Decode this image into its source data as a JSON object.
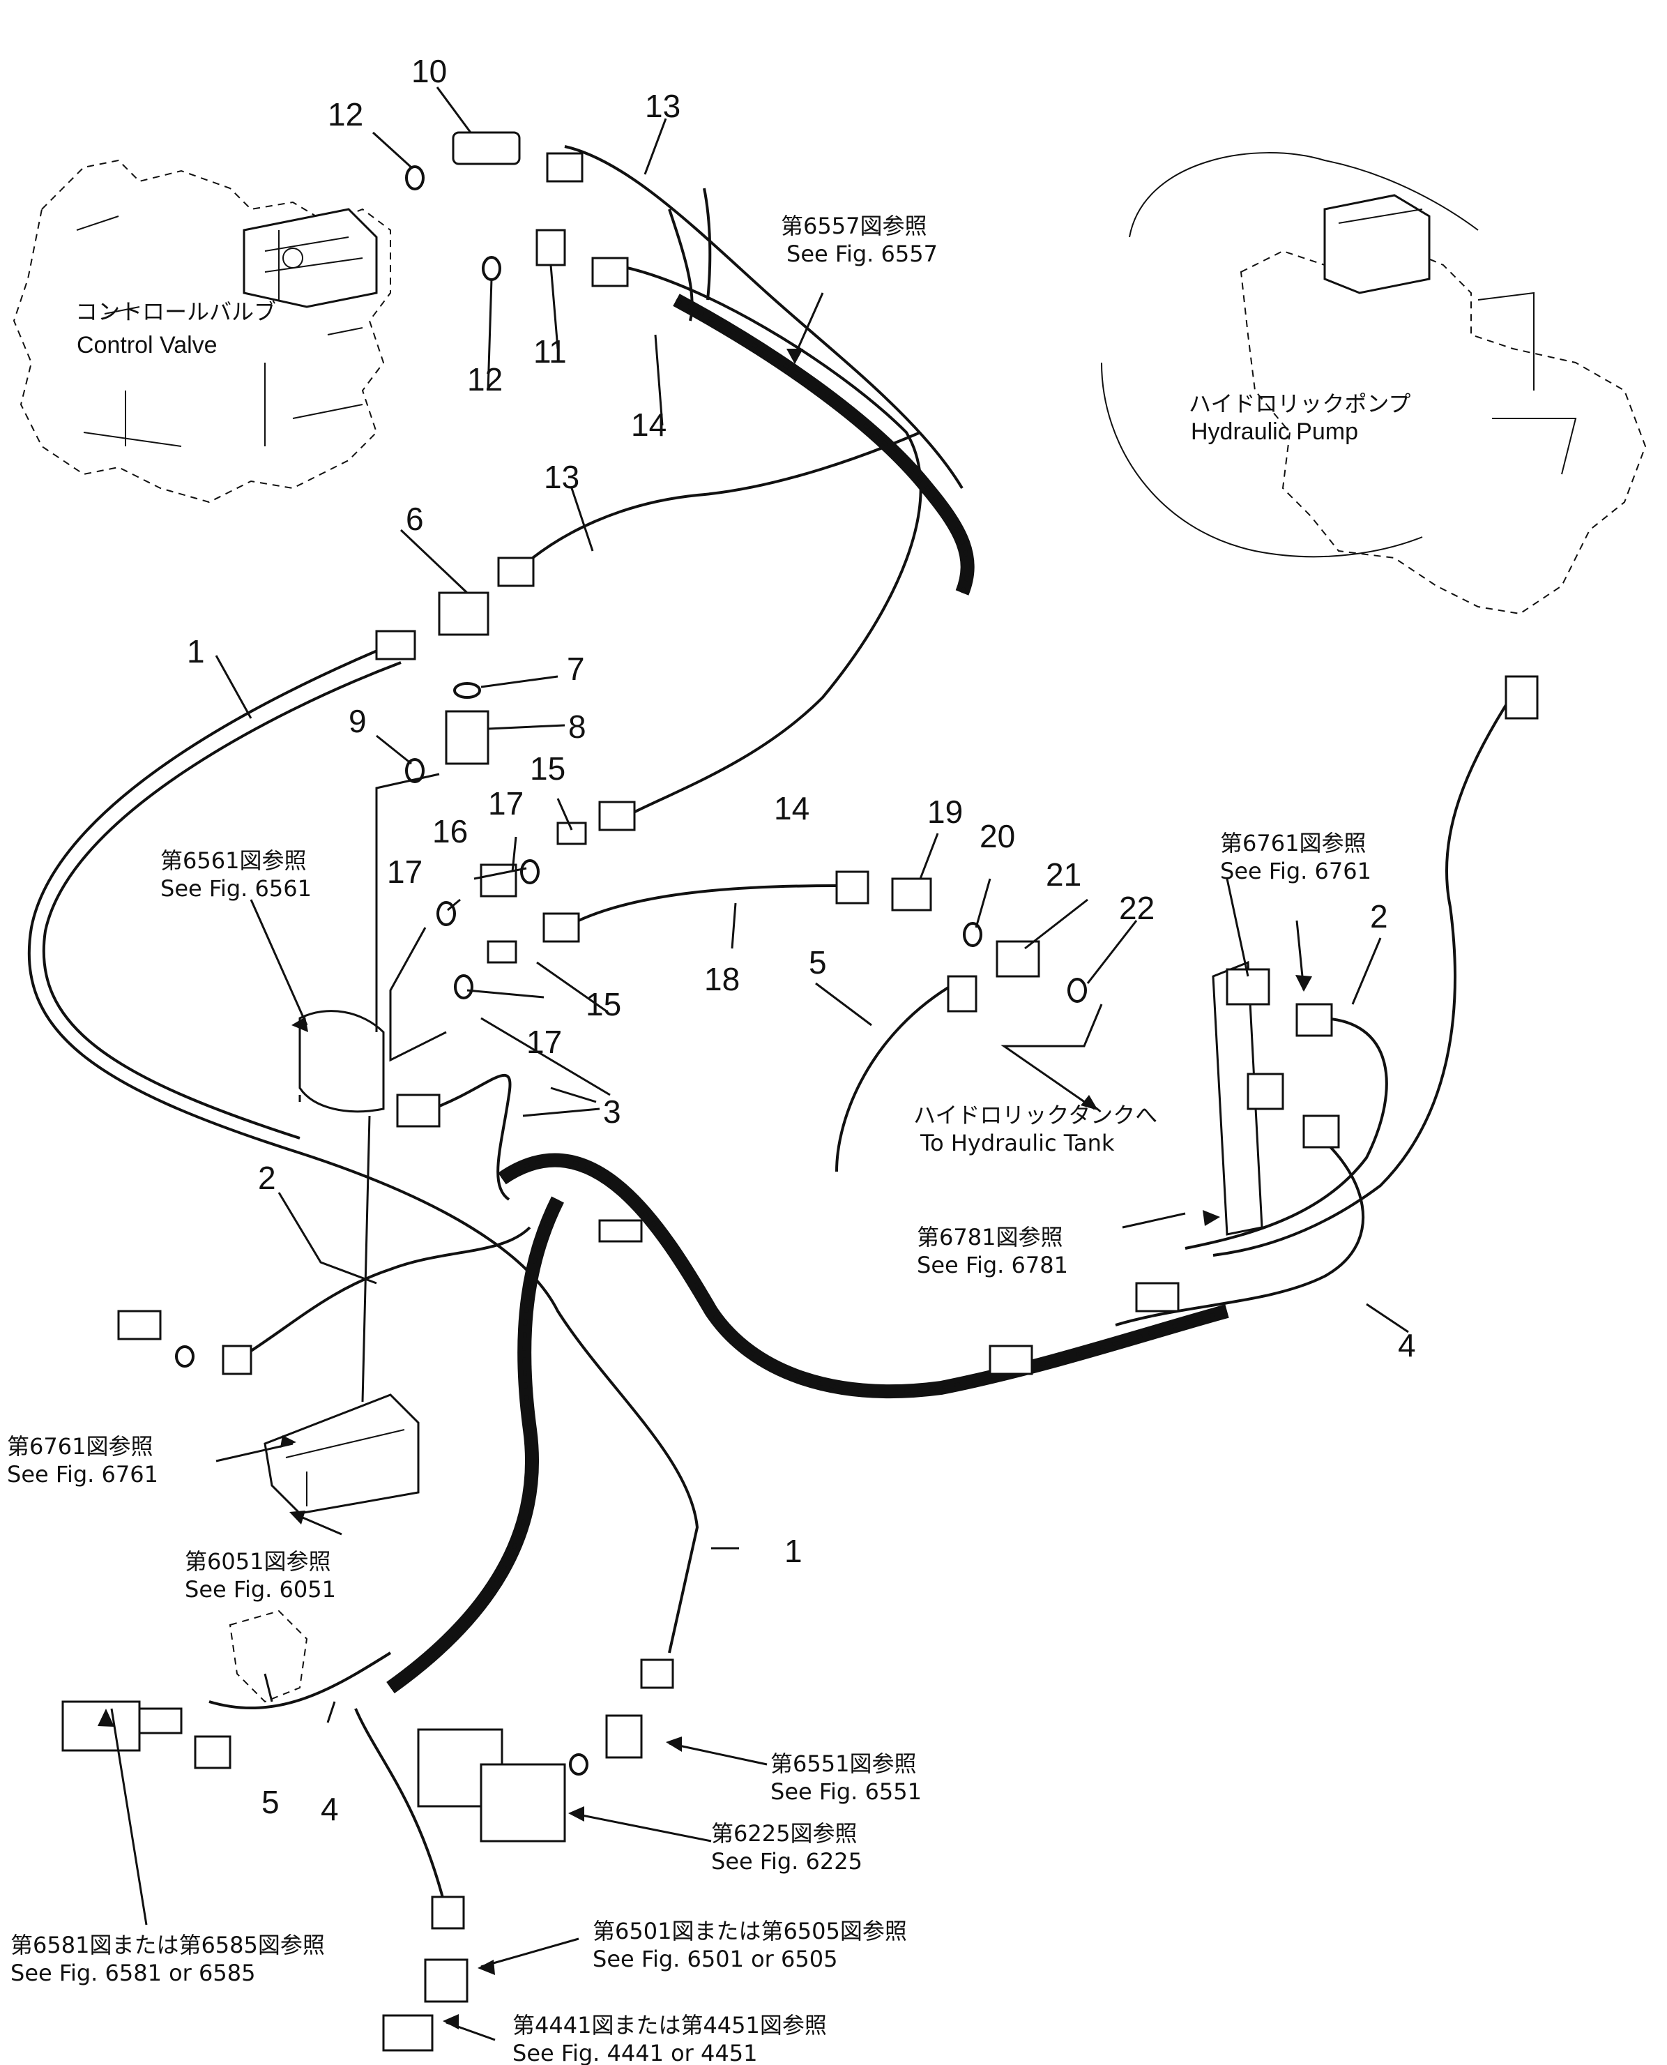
{
  "components": {
    "control_valve": {
      "jp": "コントロールバルブ",
      "en": "Control Valve"
    },
    "hydraulic_pump": {
      "jp": "ハイドロリックポンプ",
      "en": "Hydraulic Pump"
    },
    "hydraulic_tank": {
      "jp": "ハイドロリックタンクへ",
      "en": "To Hydraulic Tank"
    }
  },
  "part_numbers": [
    "10",
    "12",
    "13",
    "12",
    "11",
    "14",
    "13",
    "6",
    "7",
    "8",
    "9",
    "1",
    "15",
    "17",
    "16",
    "17",
    "14",
    "19",
    "20",
    "21",
    "22",
    "18",
    "5",
    "15",
    "17",
    "2",
    "3",
    "2",
    "4",
    "1",
    "5",
    "4"
  ],
  "references": [
    {
      "jp": "第6557図参照",
      "en": "See Fig. 6557"
    },
    {
      "jp": "第6561図参照",
      "en": "See Fig. 6561"
    },
    {
      "jp": "第6761図参照",
      "en": "See Fig. 6761"
    },
    {
      "jp": "第6781図参照",
      "en": "See Fig. 6781"
    },
    {
      "jp": "第6761図参照",
      "en": "See Fig. 6761"
    },
    {
      "jp": "第6051図参照",
      "en": "See Fig. 6051"
    },
    {
      "jp": "第6551図参照",
      "en": "See Fig. 6551"
    },
    {
      "jp": "第6225図参照",
      "en": "See Fig. 6225"
    },
    {
      "jp": "第6581図または第6585図参照",
      "en": "See Fig. 6581 or 6585"
    },
    {
      "jp": "第6501図または第6505図参照",
      "en": "See Fig. 6501 or 6505"
    },
    {
      "jp": "第4441図または第4451図参照",
      "en": "See Fig. 4441 or 4451"
    }
  ]
}
